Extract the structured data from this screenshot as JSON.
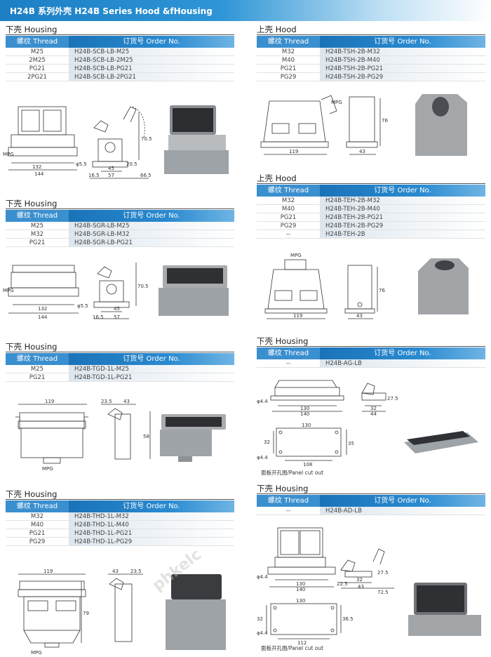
{
  "banner": {
    "title": "H24B 系列外壳  H24B Series Hood &fHousing"
  },
  "table_header": {
    "thread": "螺纹 Thread",
    "order": "订货号 Order No."
  },
  "sections": {
    "s1": {
      "title": "下壳 Housing",
      "rows": [
        {
          "thread": "M25",
          "order": "H24B-SCB-LB-M25"
        },
        {
          "thread": "2M25",
          "order": "H24B-SCB-LB-2M25"
        },
        {
          "thread": "PG21",
          "order": "H24B-SCB-LB-PG21"
        },
        {
          "thread": "2PG21",
          "order": "H24B-SCB-LB-2PG21"
        }
      ],
      "dims": {
        "d132": "132",
        "d144": "144",
        "d45": "45",
        "d57": "57",
        "d66": "66.5",
        "d70": "70.5",
        "d16": "16.5",
        "d20": "20.5",
        "d55": "φ5.5",
        "mpg": "MPG"
      }
    },
    "s2": {
      "title": "下壳 Housing",
      "rows": [
        {
          "thread": "M25",
          "order": "H24B-SGR-LB-M25"
        },
        {
          "thread": "M32",
          "order": "H24B-SGR-LB-M32"
        },
        {
          "thread": "PG21",
          "order": "H24B-SGR-LB-PG21"
        }
      ],
      "dims": {
        "d132": "132",
        "d144": "144",
        "d45": "45",
        "d57": "57",
        "d70": "70.5",
        "d16": "16.5",
        "d55": "φ5.5",
        "mpg": "MPG"
      }
    },
    "s3": {
      "title": "下壳 Housing",
      "rows": [
        {
          "thread": "M25",
          "order": "H24B-TGD-1L-M25"
        },
        {
          "thread": "PG21",
          "order": "H24B-TGD-1L-PG21"
        }
      ],
      "dims": {
        "d119": "119",
        "d23": "23.5",
        "d43": "43",
        "d58": "58",
        "mpg": "MPG"
      }
    },
    "s4": {
      "title": "下壳 Housing",
      "rows": [
        {
          "thread": "M32",
          "order": "H24B-THD-1L-M32"
        },
        {
          "thread": "M40",
          "order": "H24B-THD-1L-M40"
        },
        {
          "thread": "PG21",
          "order": "H24B-THD-1L-PG21"
        },
        {
          "thread": "PG29",
          "order": "H24B-THD-1L-PG29"
        }
      ],
      "dims": {
        "d119": "119",
        "d43": "43",
        "d23": "23.5",
        "d79": "79",
        "mpg": "MPG"
      }
    },
    "s5": {
      "title": "上壳 Hood",
      "rows": [
        {
          "thread": "M32",
          "order": "H24B-TSH-2B-M32"
        },
        {
          "thread": "M40",
          "order": "H24B-TSH-2B-M40"
        },
        {
          "thread": "PG21",
          "order": "H24B-TSH-2B-PG21"
        },
        {
          "thread": "PG29",
          "order": "H24B-TSH-2B-PG29"
        }
      ],
      "dims": {
        "d119": "119",
        "d43": "43",
        "d76": "76",
        "mpg": "MPG"
      }
    },
    "s6": {
      "title": "上壳 Hood",
      "rows": [
        {
          "thread": "M32",
          "order": "H24B-TEH-2B-M32"
        },
        {
          "thread": "M40",
          "order": "H24B-TEH-2B-M40"
        },
        {
          "thread": "PG21",
          "order": "H24B-TEH-2B-PG21"
        },
        {
          "thread": "PG29",
          "order": "H24B-TEH-2B-PG29"
        },
        {
          "thread": "--",
          "order": "H24B-TEH-2B"
        }
      ],
      "dims": {
        "d119": "119",
        "d43": "43",
        "d76": "76",
        "mpg": "MPG"
      }
    },
    "s7": {
      "title": "下壳 Housing",
      "rows": [
        {
          "thread": "--",
          "order": "H24B-AG-LB"
        }
      ],
      "dims": {
        "d130": "130",
        "d140": "140",
        "d44": "φ4.4",
        "d32": "32",
        "d44b": "44",
        "d27": "27.5",
        "p130": "130",
        "p108": "108",
        "p32": "32",
        "p35": "35",
        "p44": "φ4.4"
      },
      "cut_label": "面板开孔图/Panel cut out"
    },
    "s8": {
      "title": "下壳 Housing",
      "rows": [
        {
          "thread": "--",
          "order": "H24B-AD-LB"
        }
      ],
      "dims": {
        "d130": "130",
        "d140": "140",
        "d44": "φ4.4",
        "d22": "22.5",
        "d32": "32",
        "d43": "43",
        "d72": "72.5",
        "d27": "27.5",
        "p130": "130",
        "p112": "112",
        "p32": "32",
        "p36": "36.5",
        "p44": "φ4.4"
      },
      "cut_label": "面板开孔图/Panel cut out"
    }
  },
  "watermark": "phkelc"
}
